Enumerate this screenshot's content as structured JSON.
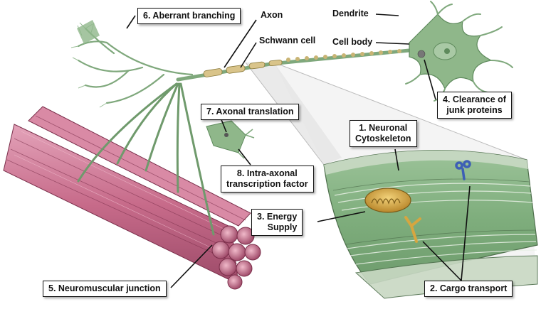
{
  "labels": {
    "aberrant_branching": "6. Aberrant branching",
    "axon": "Axon",
    "dendrite": "Dendrite",
    "schwann_cell": "Schwann cell",
    "cell_body": "Cell body",
    "clearance_line1": "4. Clearance of",
    "clearance_line2": "junk proteins",
    "axonal_translation": "7. Axonal translation",
    "cytoskeleton_line1": "1. Neuronal",
    "cytoskeleton_line2": "Cytoskeleton",
    "intra_axonal_line1": "8. Intra-axonal",
    "intra_axonal_line2": "transcription factor",
    "energy_line1": "3. Energy",
    "energy_line2": "Supply",
    "cargo_transport": "2. Cargo transport",
    "neuromuscular_junction": "5. Neuromuscular junction"
  },
  "colors": {
    "neuron_green": "#8fb78a",
    "neuron_dark": "#5e8a5c",
    "myelin_tan": "#d9c48a",
    "muscle_pink": "#c76b8a",
    "muscle_dark": "#8e3a5a",
    "mitochondrion": "#c9a13a",
    "motor_blue": "#3d5fb5",
    "motor_gold": "#d6a640"
  }
}
